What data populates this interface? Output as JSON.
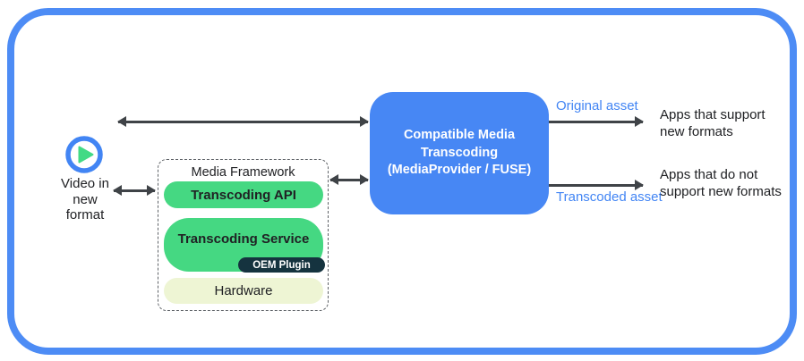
{
  "source": {
    "icon": "play-icon",
    "label": "Video in\nnew\nformat"
  },
  "media_framework": {
    "title": "Media Framework",
    "layers": [
      {
        "name": "transcoding-api",
        "label": "Transcoding API",
        "color": "#45d882"
      },
      {
        "name": "transcoding-service",
        "label": "Transcoding Service",
        "color": "#45d882",
        "badge": "OEM Plugin",
        "badge_color": "#15333f"
      },
      {
        "name": "hardware",
        "label": "Hardware",
        "color": "#eef5d4"
      }
    ]
  },
  "transcoder": {
    "label": "Compatible Media\nTranscoding\n(MediaProvider / FUSE)",
    "color": "#4787f4"
  },
  "outputs": [
    {
      "asset_label": "Original asset",
      "target": "Apps that support\nnew formats"
    },
    {
      "asset_label": "Transcoded asset",
      "target": "Apps that do not\nsupport new formats"
    }
  ],
  "colors": {
    "frame_border": "#4d8cf5",
    "accent_blue": "#4285f4",
    "pill_green": "#45d882",
    "oem_navy": "#15333f",
    "hardware_cream": "#eef5d4",
    "arrow_dark": "#3f4347",
    "text_dark": "#202124"
  }
}
